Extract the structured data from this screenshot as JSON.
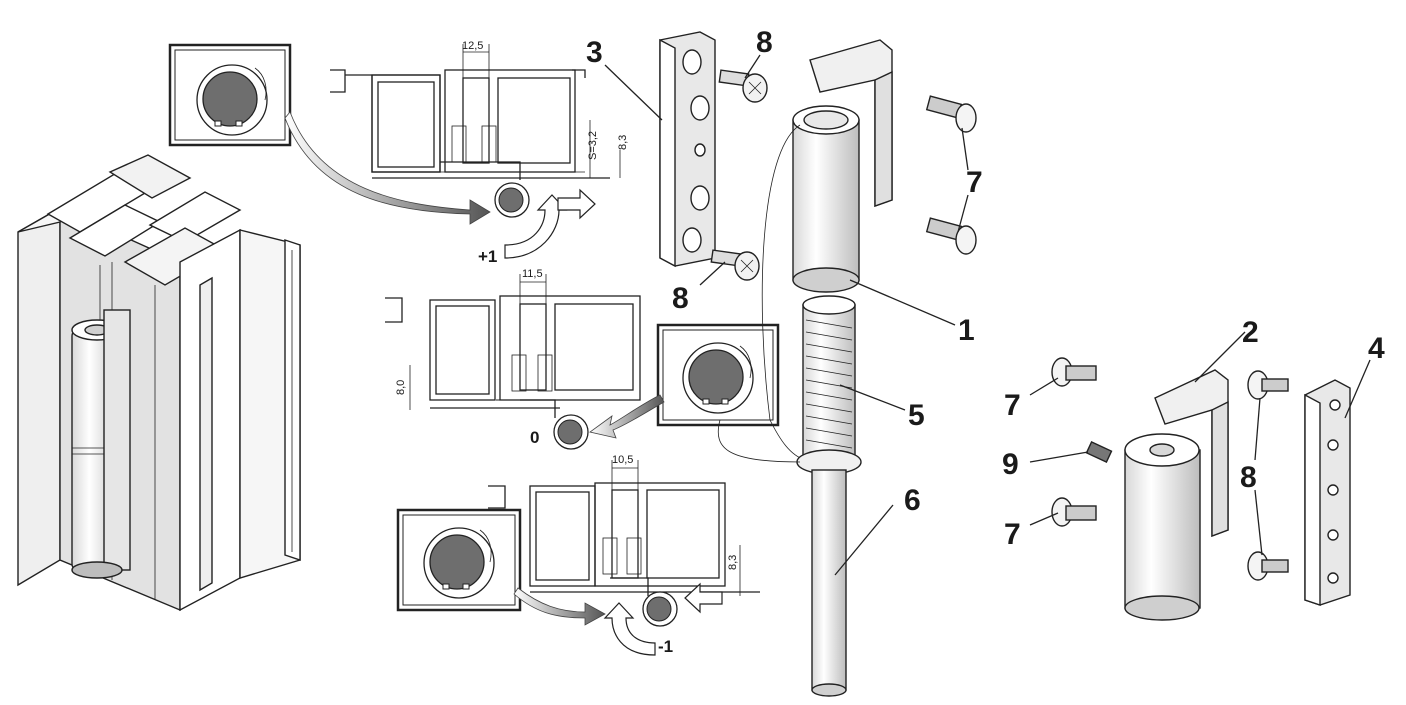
{
  "callouts": {
    "n1": "1",
    "n2": "2",
    "n3": "3",
    "n4": "4",
    "n5": "5",
    "n6": "6",
    "n7a": "7",
    "n7b": "7",
    "n7c": "7",
    "n8a": "8",
    "n8b": "8",
    "n8c": "8",
    "n9": "9"
  },
  "profiles": {
    "top": {
      "gap": "12,5",
      "wall": "S=3,2",
      "offset": "8,3",
      "adjust": "+1"
    },
    "middle": {
      "gap": "11,5",
      "offset": "8,0",
      "adjust": "0"
    },
    "bottom": {
      "gap": "10,5",
      "offset": "8,3",
      "adjust": "-1"
    }
  },
  "colors": {
    "fill_dark": "#6e6e6e",
    "fill_light": "#f4f4f4",
    "stroke": "#222222"
  }
}
